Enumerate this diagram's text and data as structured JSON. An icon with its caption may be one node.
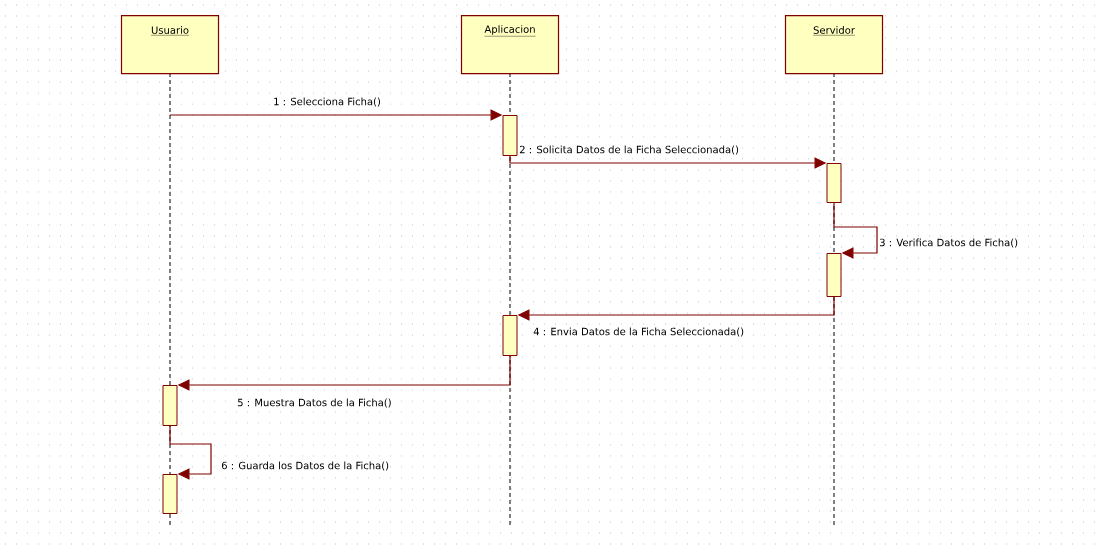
{
  "diagram": {
    "nodes": [
      {
        "text": [
          "Usuario"
        ]
      },
      {
        "text": [
          "Aplicacion"
        ]
      },
      {
        "text": [
          "Servidor"
        ]
      },
      {
        "text": [],
        "shape": "bar",
        "in": 1
      },
      {
        "text": [],
        "shape": "bar",
        "in": 2
      },
      {
        "text": [],
        "shape": "bar",
        "in": 2
      },
      {
        "text": [],
        "shape": "bar",
        "in": 1
      },
      {
        "text": [],
        "shape": "bar",
        "in": 0
      },
      {
        "text": [],
        "shape": "bar",
        "in": 0
      }
    ],
    "edges": [
      {
        "from": 0,
        "to": 3,
        "arrow": "to",
        "label": "1 : Selecciona Ficha()"
      },
      {
        "from": 3,
        "to": 4,
        "arrow": "to",
        "label": "2 : Solicita Datos de la Ficha Seleccionada()"
      },
      {
        "from": 4,
        "to": 5,
        "arrow": "to",
        "label": "3 : Verifica Datos de Ficha()"
      },
      {
        "from": 5,
        "to": 6,
        "arrow": "to",
        "label": "4 : Envia Datos de la Ficha Seleccionada()"
      },
      {
        "from": 6,
        "to": 7,
        "arrow": "to",
        "label": "5 : Muestra Datos de la Ficha()"
      },
      {
        "from": 7,
        "to": 8,
        "arrow": "to",
        "label": "6 : Guarda los Datos de la Ficha()"
      }
    ]
  }
}
